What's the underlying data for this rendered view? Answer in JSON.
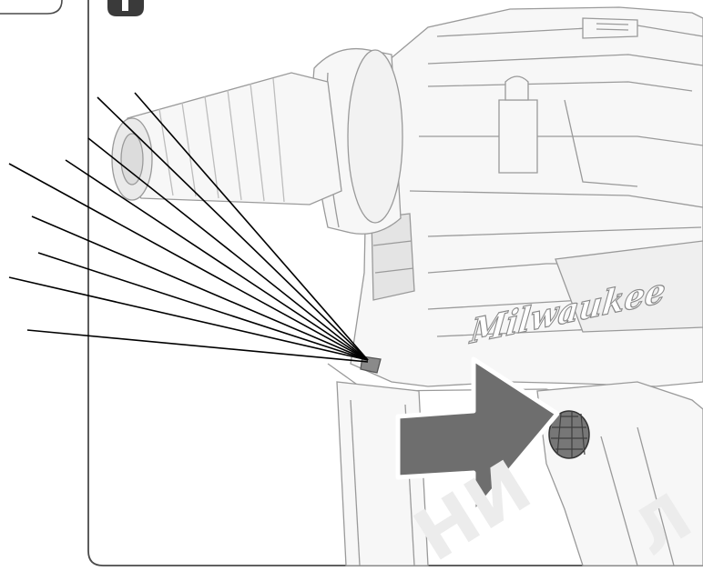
{
  "figure": {
    "brand_mark": "Milwaukee",
    "watermark": "НИ",
    "watermark_right": "Л"
  },
  "colors": {
    "frame_stroke": "#4a4a4a",
    "tab_fill": "#3a3a3a",
    "tool_stroke": "#9a9a9a",
    "tool_fill": "#f7f7f7",
    "leader_line": "#000000",
    "arrow_fill": "#6e6e6e",
    "knob_fill": "#777777",
    "watermark": "#ececec"
  },
  "icons": [
    "arrow-right-icon"
  ]
}
